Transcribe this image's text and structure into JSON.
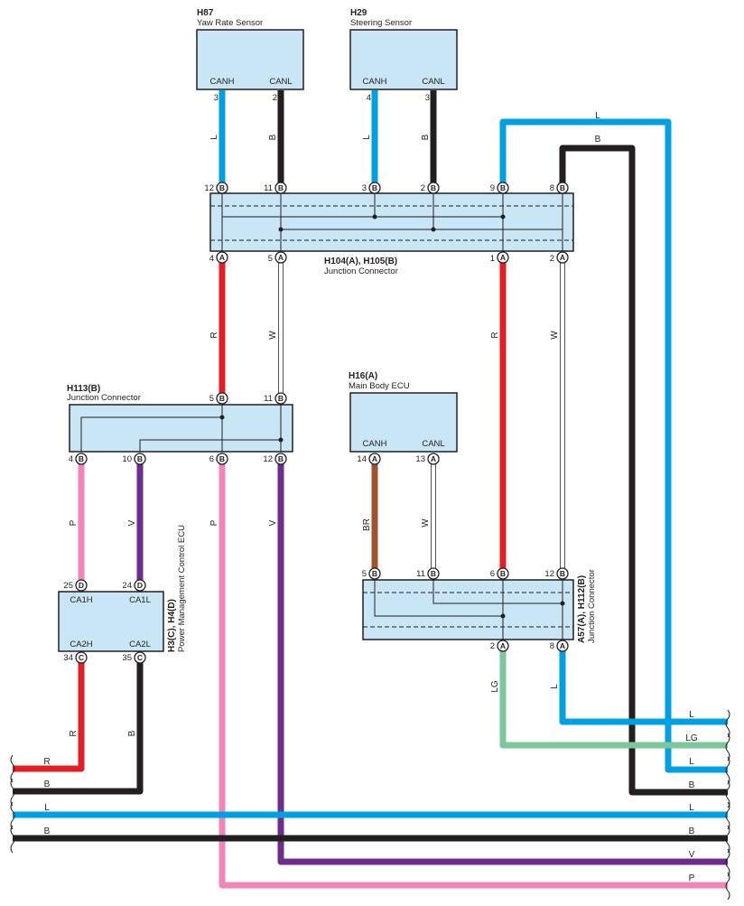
{
  "colors": {
    "L": "#00a0e3",
    "B": "#231f20",
    "R": "#e41e26",
    "P": "#ef86b6",
    "V": "#6e2c8f",
    "BR": "#a0522d",
    "LG": "#7ec79a",
    "W": "#ffffff",
    "box_fill": "#c8e6f5"
  },
  "components": {
    "yaw": {
      "code": "H87",
      "name": "Yaw Rate Sensor",
      "pin_a": "CANH",
      "pin_b": "CANL"
    },
    "steering": {
      "code": "H29",
      "name": "Steering Sensor",
      "pin_a": "CANH",
      "pin_b": "CANL"
    },
    "jc_main": {
      "code": "H104(A), H105(B)",
      "name": "Junction Connector"
    },
    "h113": {
      "code": "H113(B)",
      "name": "Junction Connector"
    },
    "main_ecu": {
      "code": "H16(A)",
      "name": "Main Body ECU",
      "pin_a": "CANH",
      "pin_b": "CANL"
    },
    "pm_ecu": {
      "code": "H3(C), H4(D)",
      "name": "Power Management Control ECU",
      "pin_a": "CA1H",
      "pin_b": "CA1L",
      "pin_c": "CA2H",
      "pin_d": "CA2L"
    },
    "a57": {
      "code": "A57(A), H112(B)",
      "name": "Junction Connector"
    }
  },
  "pins": {
    "yaw_canh": "3",
    "yaw_canl": "2",
    "st_canh": "4",
    "st_canl": "3",
    "jc_top_12": "12",
    "jc_top_11": "11",
    "jc_top_3": "3",
    "jc_top_2": "2",
    "jc_top_9": "9",
    "jc_top_8": "8",
    "jc_bot_4": "4",
    "jc_bot_5": "5",
    "jc_bot_1": "1",
    "jc_bot_2": "2",
    "h113_top_5": "5",
    "h113_top_11": "11",
    "h113_bot_4": "4",
    "h113_bot_10": "10",
    "h113_bot_6": "6",
    "h113_bot_12": "12",
    "ecu_canh": "14",
    "ecu_canl": "13",
    "pm_25": "25",
    "pm_24": "24",
    "pm_34": "34",
    "pm_35": "35",
    "a57_top_5": "5",
    "a57_top_11": "11",
    "a57_top_6": "6",
    "a57_top_12": "12",
    "a57_bot_2": "2",
    "a57_bot_8": "8"
  },
  "connector_letters": {
    "A": "A",
    "B": "B",
    "C": "C",
    "D": "D"
  },
  "wire_labels": {
    "L": "L",
    "B": "B",
    "R": "R",
    "W": "W",
    "P": "P",
    "V": "V",
    "BR": "BR",
    "LG": "LG"
  },
  "bus_labels": {
    "left_r": "R",
    "left_b": "B",
    "left_l": "L",
    "left_b2": "B",
    "right_l1": "L",
    "right_lg": "LG",
    "right_l2": "L",
    "right_b1": "B",
    "right_l3": "L",
    "right_b2": "B",
    "right_v": "V",
    "right_p": "P"
  }
}
